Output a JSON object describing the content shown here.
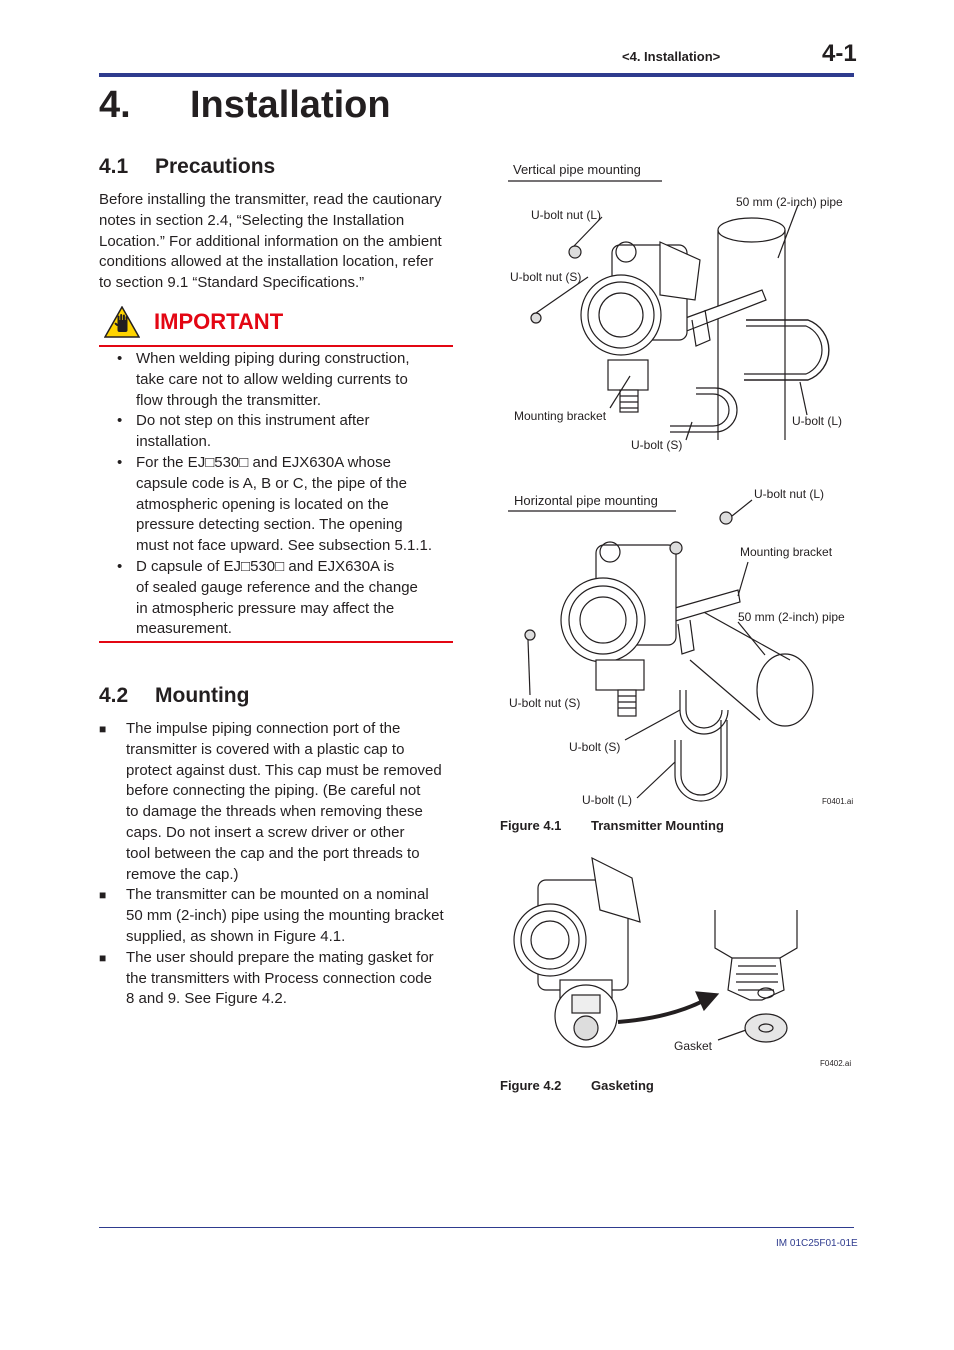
{
  "header": {
    "section_ref": "<4.  Installation>",
    "page_number": "4-1"
  },
  "chapter": {
    "number": "4.",
    "title": "Installation"
  },
  "section_41": {
    "number": "4.1",
    "title": "Precautions",
    "paragraph_lines": [
      "Before installing the transmitter, read the cautionary",
      "notes in section 2.4, “Selecting the Installation",
      "Location.” For additional information on the ambient",
      "conditions allowed at the installation location, refer",
      "to section 9.1 “Standard Specifications.”"
    ]
  },
  "important": {
    "label": "IMPORTANT",
    "bullet_marker": "•",
    "items": [
      [
        "When welding piping during construction,",
        "take care not to allow welding currents to",
        "flow through the transmitter."
      ],
      [
        "Do not step on this instrument after",
        "installation."
      ],
      [
        "For the EJ□530□ and EJX630A whose",
        "capsule code is A, B or C, the pipe of the",
        "atmospheric opening is located on the",
        "pressure detecting section. The opening",
        "must not face upward. See subsection 5.1.1."
      ],
      [
        "D capsule of EJ□530□ and EJX630A is",
        "of sealed gauge reference and the change",
        "in atmospheric pressure may affect the",
        "measurement."
      ]
    ]
  },
  "section_42": {
    "number": "4.2",
    "title": "Mounting",
    "bullet_marker": "■",
    "items": [
      [
        "The impulse piping connection port of the",
        "transmitter is covered with a plastic cap to",
        "protect against dust. This cap must be removed",
        "before connecting the piping. (Be careful not",
        "to damage the threads when removing these",
        "caps. Do not insert a screw driver or other",
        "tool between the cap and the port threads to",
        "remove the cap.)"
      ],
      [
        "The transmitter can be mounted on a nominal",
        "50 mm (2-inch) pipe using the mounting bracket",
        "supplied, as shown in Figure 4.1."
      ],
      [
        "The user should prepare the mating gasket for",
        "the transmitters with Process connection code",
        "8 and 9.  See Figure 4.2."
      ]
    ]
  },
  "figure_41": {
    "vertical_heading": "Vertical pipe mounting",
    "horizontal_heading": "Horizontal pipe mounting",
    "labels": {
      "v_ubolt_nut_l": "U-bolt nut (L)",
      "v_pipe": "50 mm (2-inch) pipe",
      "v_ubolt_nut_s": "U-bolt nut (S)",
      "v_mounting_bracket": "Mounting bracket",
      "v_ubolt_l": "U-bolt (L)",
      "v_ubolt_s": "U-bolt (S)",
      "h_ubolt_nut_l": "U-bolt nut (L)",
      "h_mounting_bracket": "Mounting bracket",
      "h_pipe": "50 mm (2-inch) pipe",
      "h_ubolt_nut_s": "U-bolt nut (S)",
      "h_ubolt_s": "U-bolt (S)",
      "h_ubolt_l": "U-bolt (L)"
    },
    "file_id": "F0401.ai",
    "caption_num": "Figure 4.1",
    "caption_title": "Transmitter Mounting"
  },
  "figure_42": {
    "gasket_label": "Gasket",
    "file_id": "F0402.ai",
    "caption_num": "Figure 4.2",
    "caption_title": "Gasketing"
  },
  "footer": {
    "doc_id": "IM 01C25F01-01E"
  },
  "colors": {
    "rule_blue": "#2e3b8e",
    "important_red": "#e30613",
    "icon_yellow": "#ffd400"
  },
  "icons": [
    "caution-hand-icon"
  ]
}
